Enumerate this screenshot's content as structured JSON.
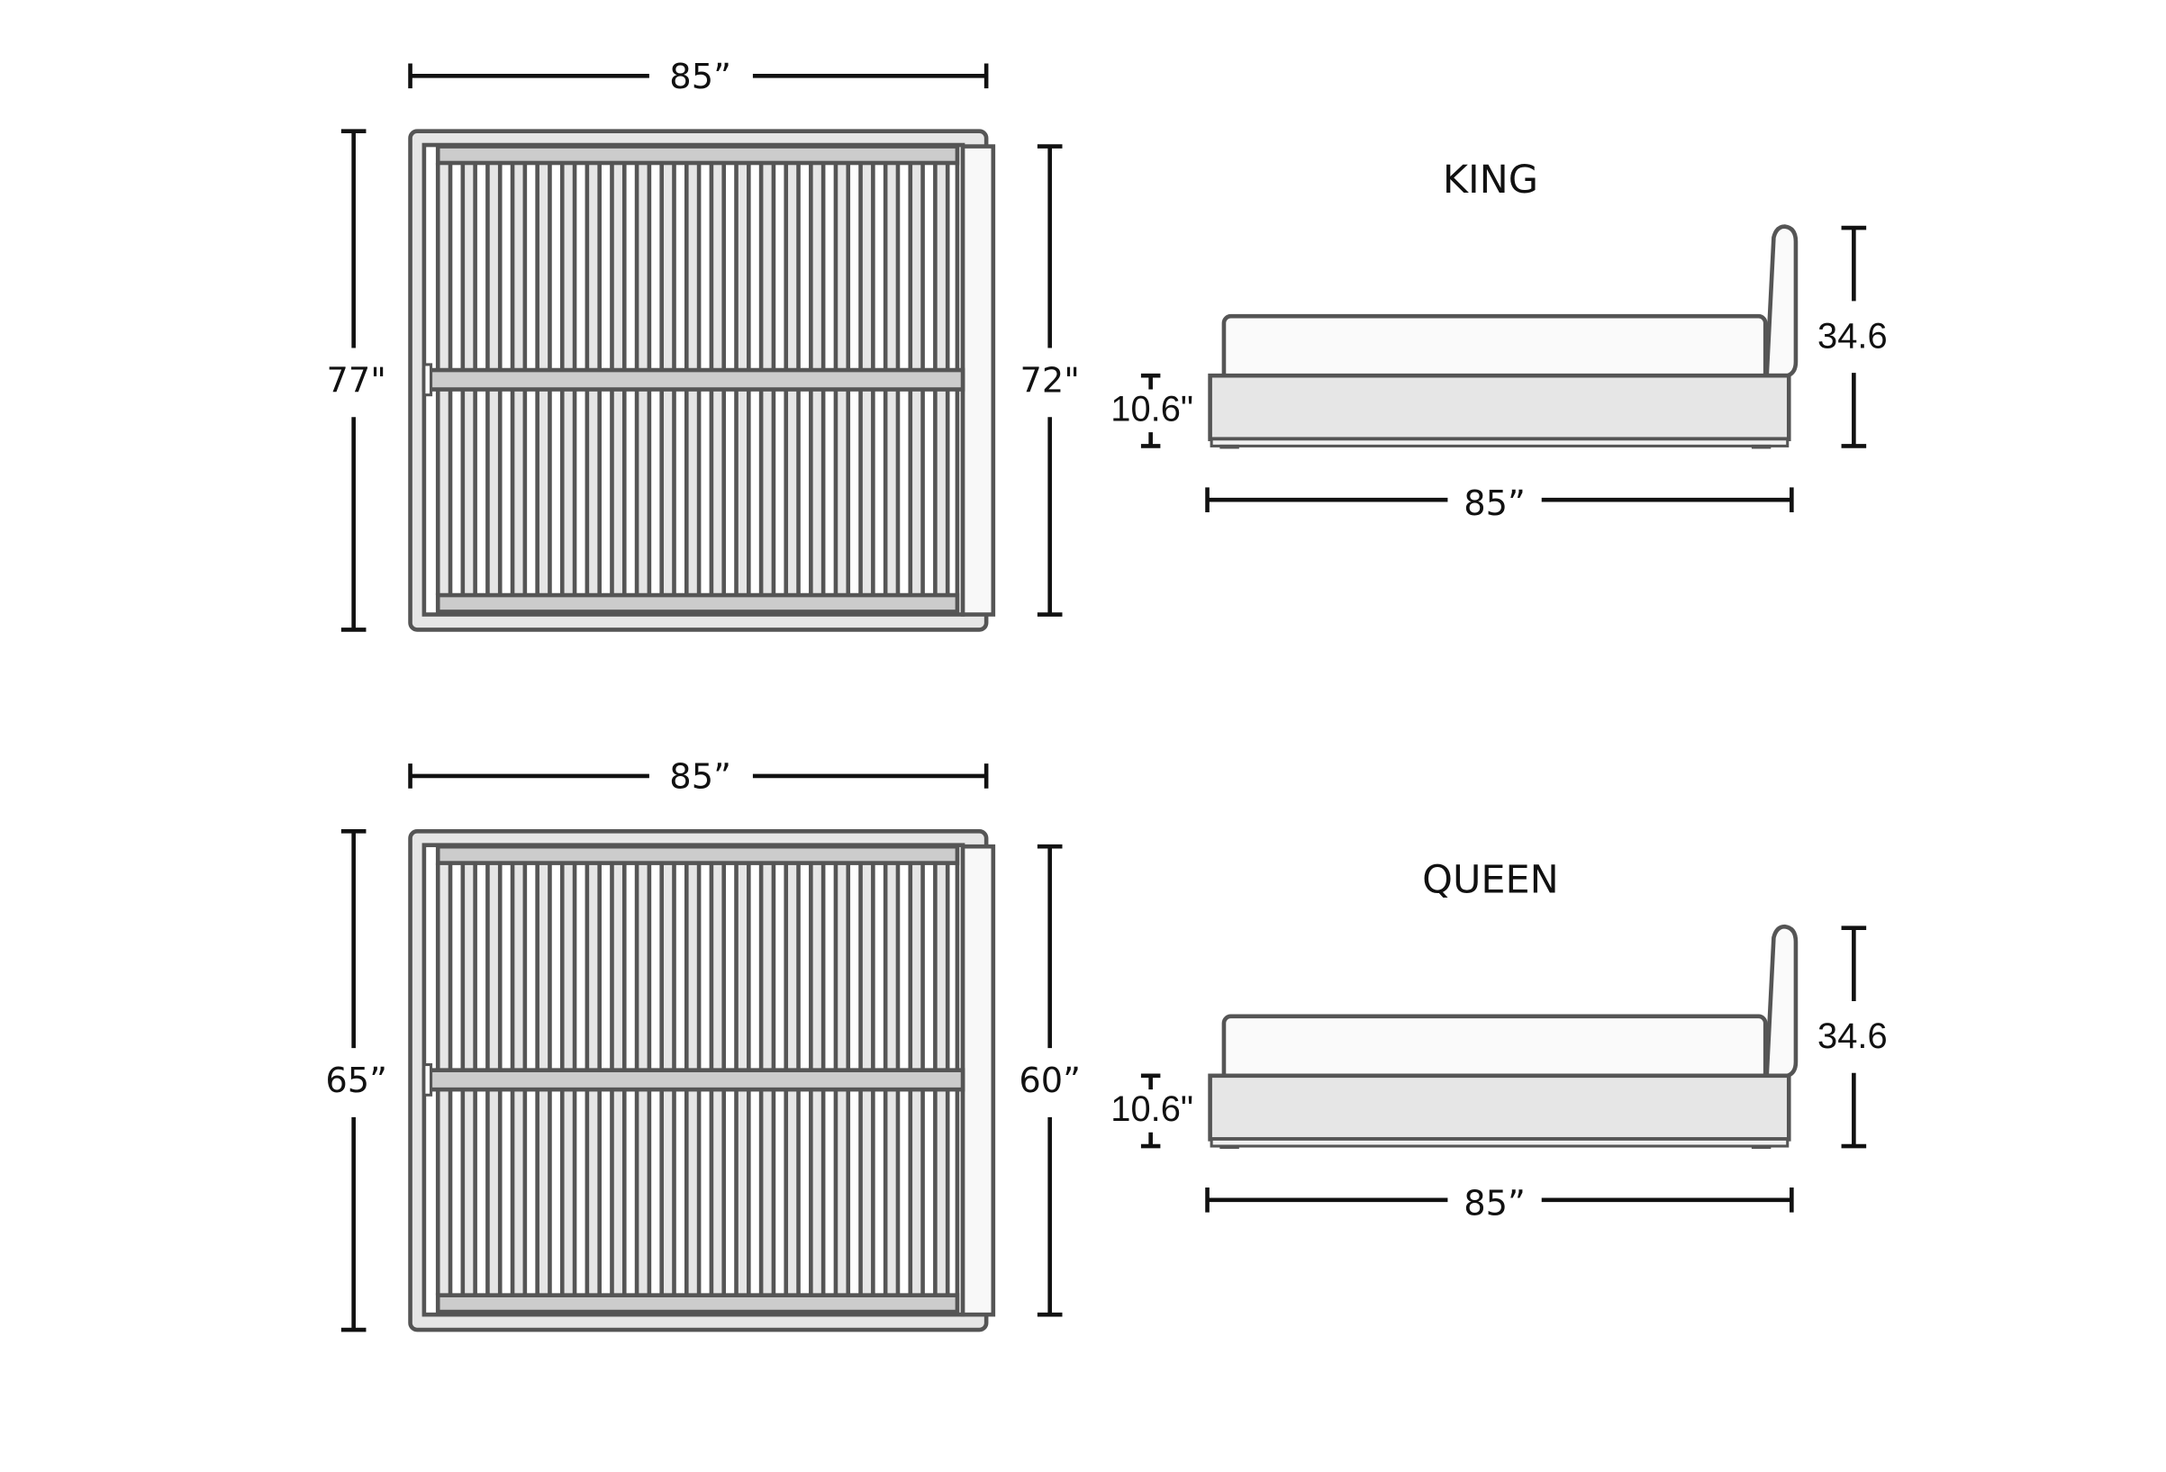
{
  "colors": {
    "outline": "#555555",
    "frame": "#e6e6e6",
    "rail": "#cccccc",
    "slat_gray": "#e6e6e6",
    "slat_white": "#ffffff",
    "dimension": "#111111"
  },
  "beds": [
    {
      "name": "KING",
      "plan": {
        "length": "85”",
        "outer_width": "77\"",
        "inner_width": "72\""
      },
      "side": {
        "length": "85”",
        "platform_height": "10.6\"",
        "total_height": "34.6"
      }
    },
    {
      "name": "QUEEN",
      "plan": {
        "length": "85”",
        "outer_width": "65”",
        "inner_width": "60”"
      },
      "side": {
        "length": "85”",
        "platform_height": "10.6\"",
        "total_height": "34.6"
      }
    }
  ]
}
